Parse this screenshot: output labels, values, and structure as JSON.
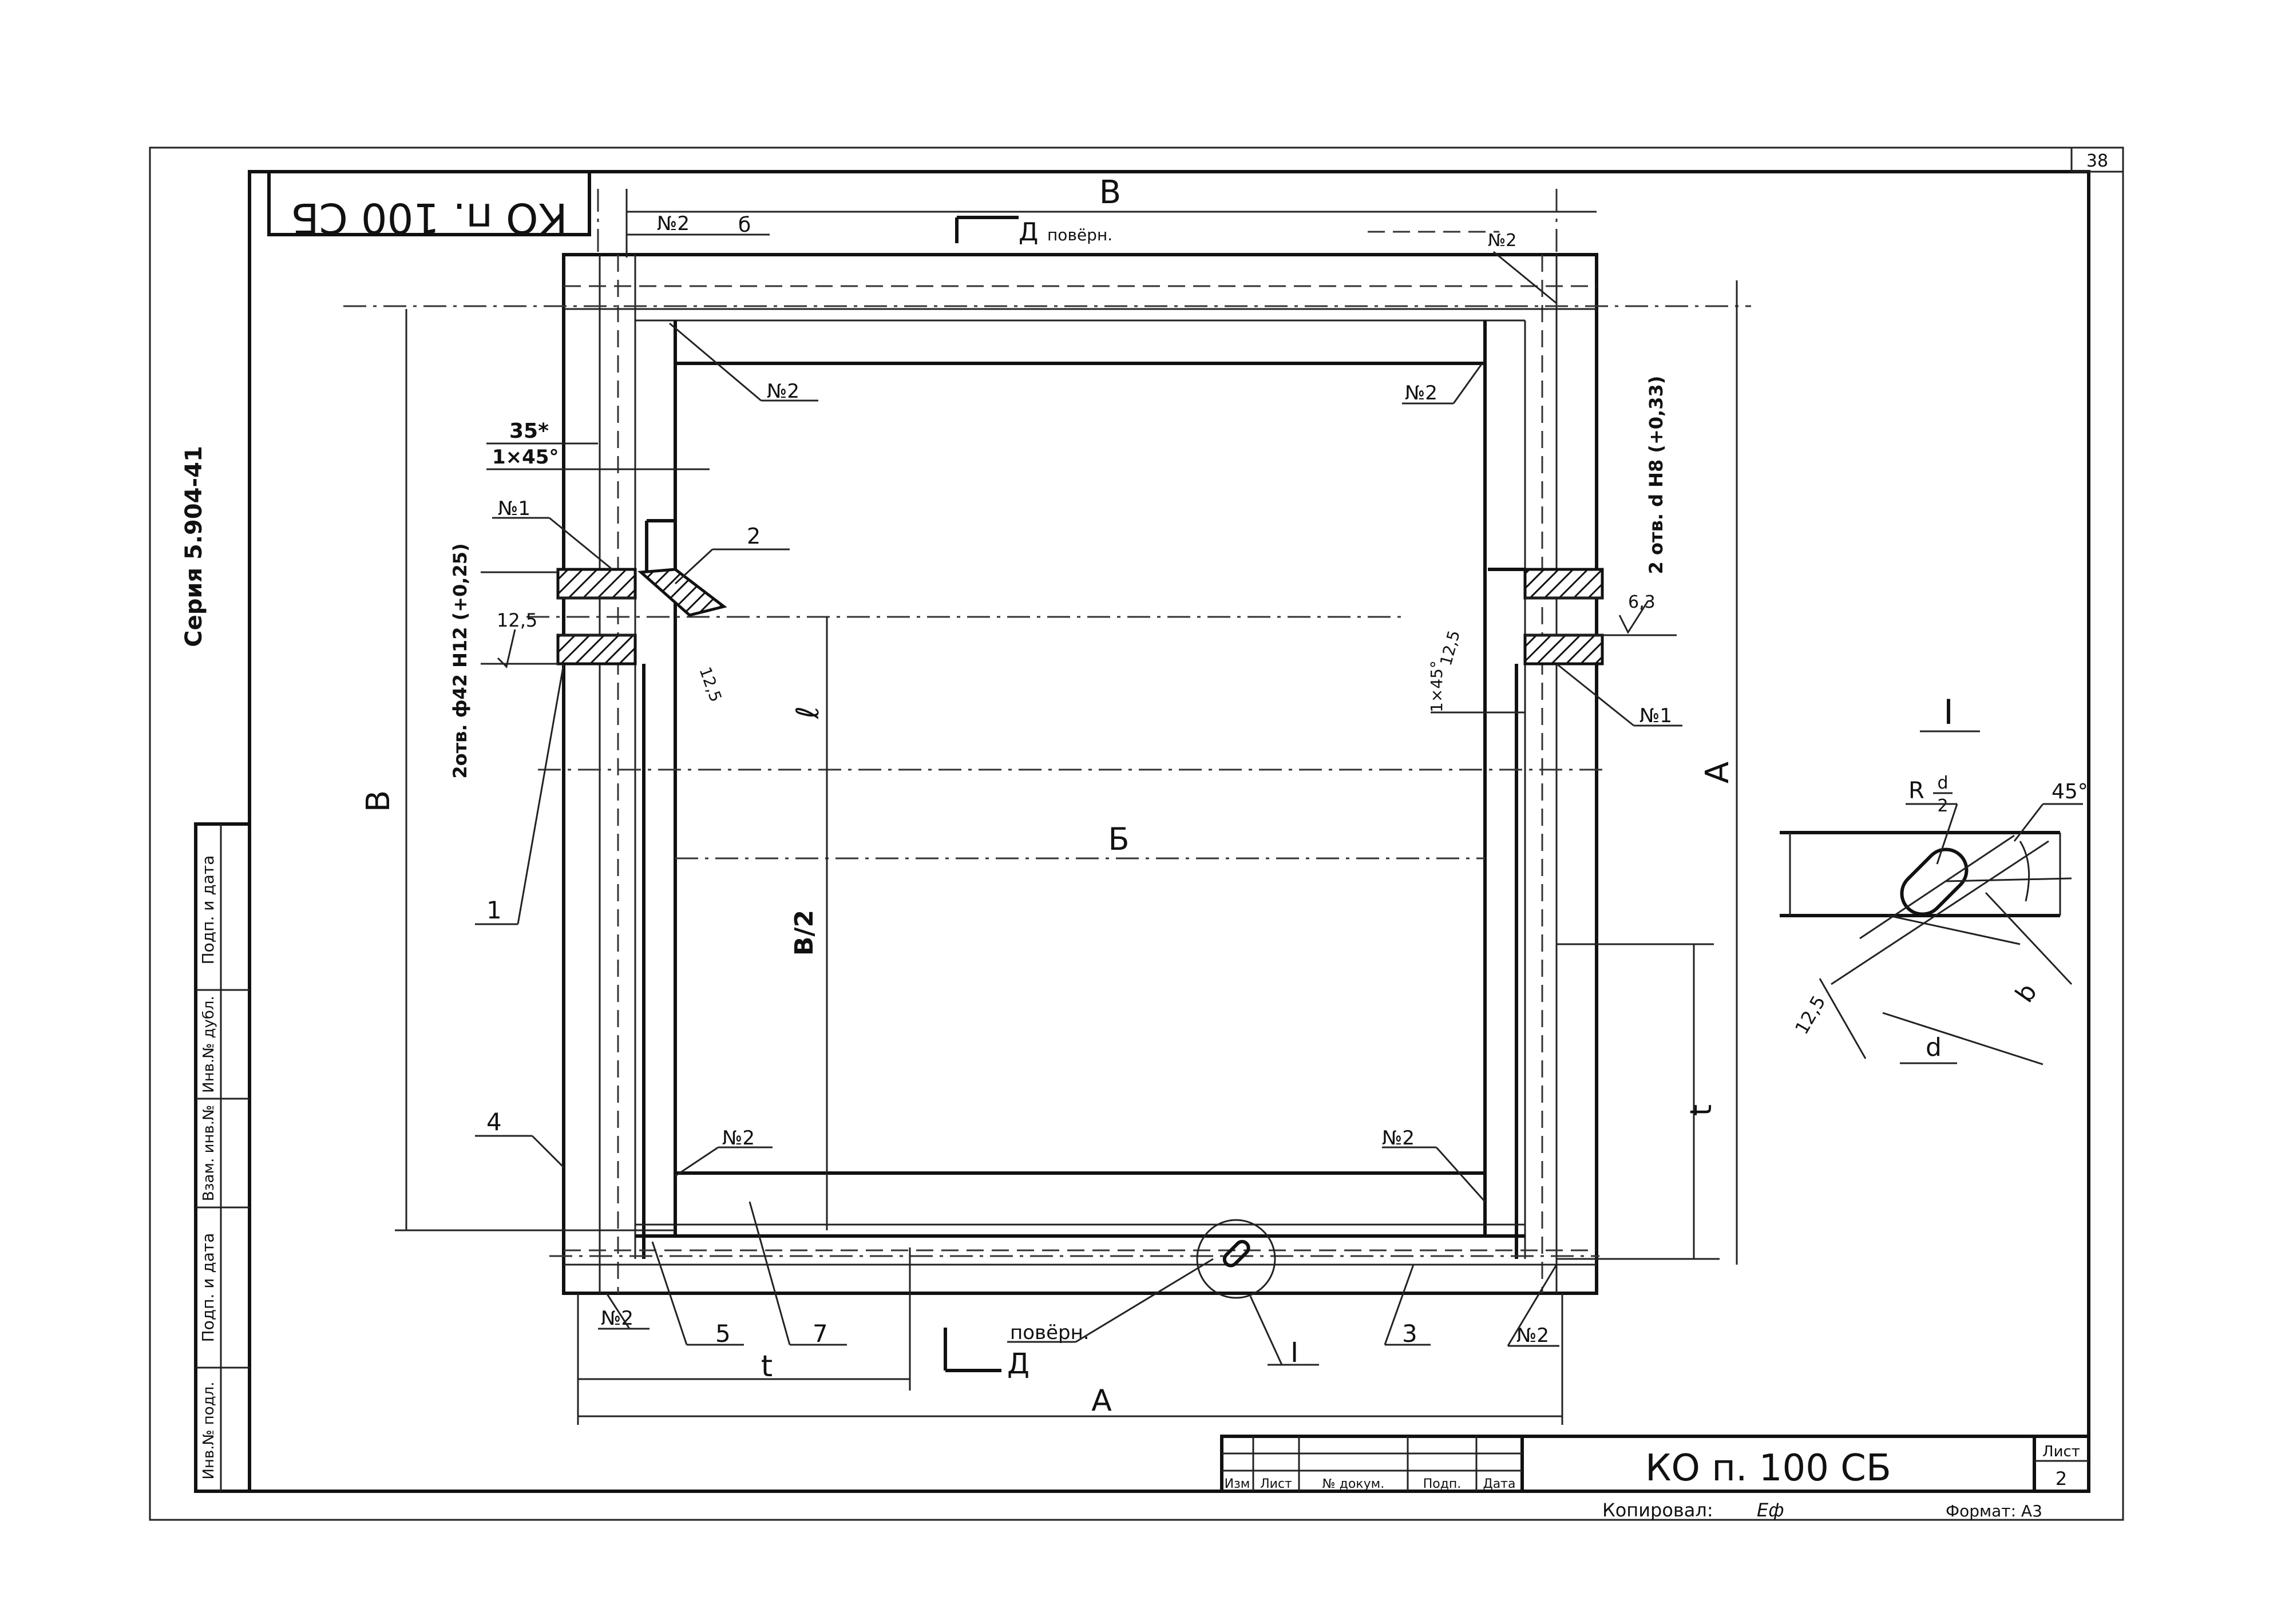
{
  "sheet_corner_number": "38",
  "rotated_code": "КО п. 100 СБ",
  "series_label": "Серия 5.904-41",
  "side_table": {
    "rows": [
      "Подп. и дата",
      "Инв.№ дубл.",
      "Взам. инв.№",
      "Подп. и дата",
      "Инв.№ подл."
    ]
  },
  "dimensions": {
    "top_width": "В",
    "b_small": "б",
    "section_mark_top": "Д",
    "section_mark_top_suffix": "повёрн.",
    "left_height": "В",
    "right_height": "А",
    "inner_width": "Б",
    "half_height": "В/2",
    "ell": "ℓ",
    "t_right": "t",
    "t_bottom": "t",
    "a_bottom": "А",
    "chamfer_35": "35*",
    "chamfer_1x45_left": "1×45°",
    "chamfer_1x45_right": "1×45°",
    "rough_12_5_left": "12,5",
    "rough_12_5_b": "12,5",
    "rough_12_5_right": "12,5",
    "rough_6_3": "6,3",
    "hole_left": "2отв. ф42 Н12 (+0,25)",
    "hole_right": "2 отв. d Н8 (+0,33)"
  },
  "welds": [
    "№2",
    "№2",
    "№2",
    "№2",
    "№2",
    "№2",
    "№2",
    "№2",
    "№1",
    "№1"
  ],
  "part_numbers": {
    "p1": "1",
    "p2": "2",
    "p3": "3",
    "p4": "4",
    "p5": "5",
    "p7": "7"
  },
  "bottom_labels": {
    "section_d": "Д",
    "rotated_note": "повёрн.",
    "detail_callout": "I"
  },
  "detail": {
    "title": "I",
    "radius_label": "R",
    "radius_num": "d",
    "radius_den": "2",
    "angle": "45°",
    "rough": "12,5",
    "d_label": "d",
    "b_label": "b"
  },
  "title_block": {
    "code": "КО п. 100 СБ",
    "sheet_label": "Лист",
    "sheet_num": "2",
    "cols": [
      "Изм",
      "Лист",
      "№ докум.",
      "Подп.",
      "Дата"
    ],
    "copied_label": "Копировал:",
    "copied_sign": "Еф",
    "format_label": "Формат: А3"
  }
}
